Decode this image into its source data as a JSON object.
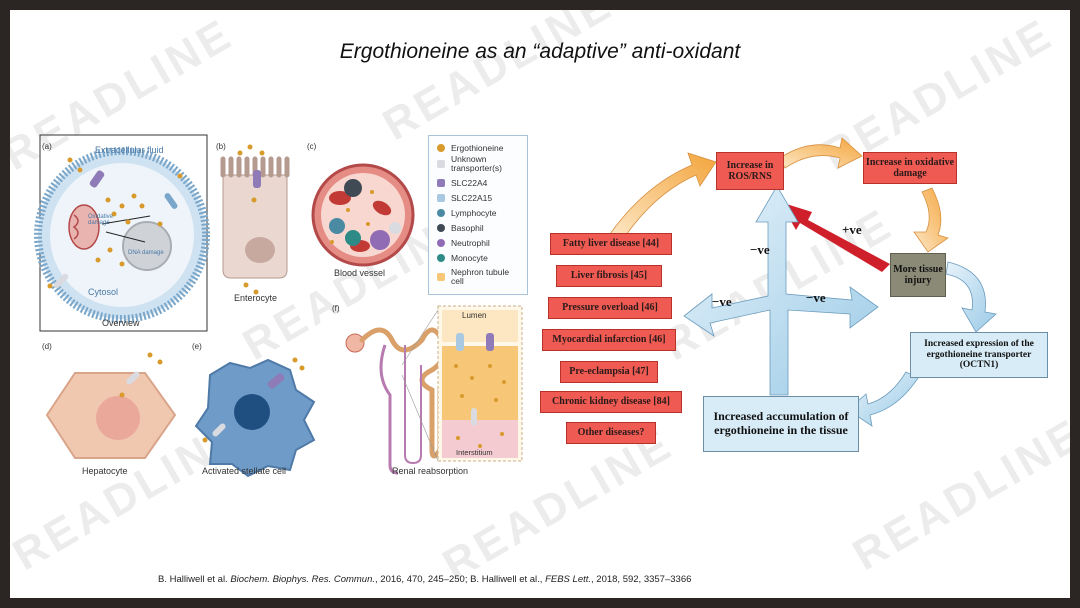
{
  "title": "Ergothioneine as an “adaptive” anti-oxidant",
  "watermark": "READLINE",
  "figure": {
    "panel_a": "(a)",
    "extracellular": "Extracellular fluid",
    "cytosol": "Cytosol",
    "overview": "Overview",
    "oxidative_damage": "Oxidative damage",
    "dna_damage": "DNA damage",
    "panel_b": "(b)",
    "enterocyte": "Enterocyte",
    "panel_c": "(c)",
    "blood_vessel": "Blood vessel",
    "panel_d": "(d)",
    "hepatocyte": "Hepatocyte",
    "panel_e": "(e)",
    "stellate": "Activated stellate cell",
    "panel_f": "(f)",
    "lumen": "Lumen",
    "interstitium": "Interstitium",
    "renal": "Renal reabsorption"
  },
  "legend": [
    "Ergothioneine",
    "Unknown transporter(s)",
    "SLC22A4",
    "SLC22A15",
    "Lymphocyte",
    "Basophil",
    "Neutrophil",
    "Monocyte",
    "Nephron tubule cell"
  ],
  "flow": {
    "ros": "Increase in ROS/RNS",
    "oxidative": "Increase in oxidative damage",
    "injury": "More tissue injury",
    "octn1": "Increased expression of the ergothioneine transporter (OCTN1)",
    "accumulation": "Increased accumulation of ergothioneine in the tissue",
    "diseases": [
      "Fatty liver disease [44]",
      "Liver fibrosis [45]",
      "Pressure overload [46]",
      "Myocardial infarction [46]",
      "Pre-eclampsia [47]",
      "Chronic kidney disease [84]",
      "Other diseases?"
    ],
    "plus_ve": "+ve",
    "minus_ve": "−ve"
  },
  "reference": {
    "p1": "B. Halliwell et al. ",
    "j1": "Biochem. Biophys. Res. Commun.",
    "p2": ", 2016, 470, 245–250; B. Halliwell et al., ",
    "j2": "FEBS Lett.",
    "p3": ", 2018, 592, 3357–3366"
  },
  "colors": {
    "frame": "#2b2523",
    "disease_box": "#ef5a52",
    "injury_box": "#8a8a76",
    "accumulation_box": "#d7ecf7",
    "positive_arrow": "#cf1f2a",
    "ergothioneine": "#d89a2b"
  }
}
